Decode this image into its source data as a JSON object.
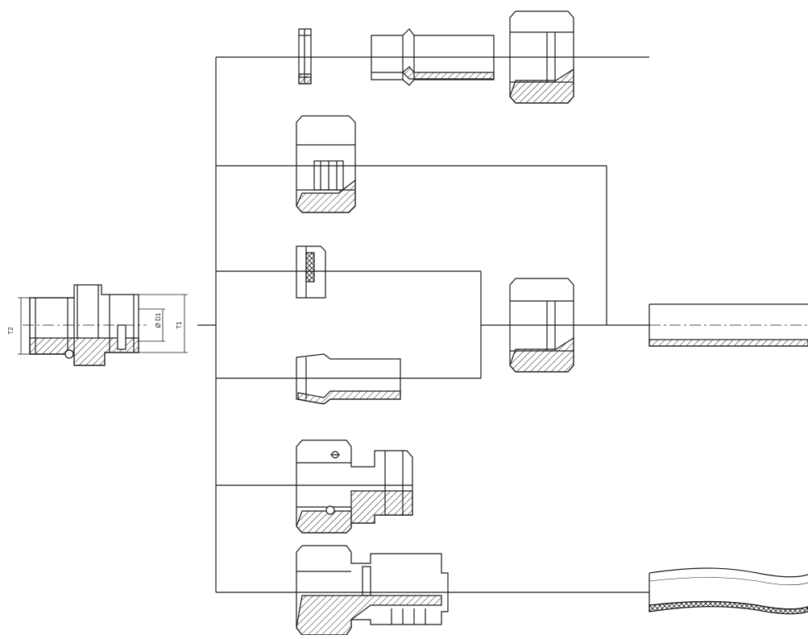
{
  "diagram": {
    "labels": {
      "t2": "T2",
      "d1": "Ø D1",
      "t1": "T1"
    },
    "colors": {
      "line": "#1a1a1a",
      "background": "#ffffff"
    }
  }
}
